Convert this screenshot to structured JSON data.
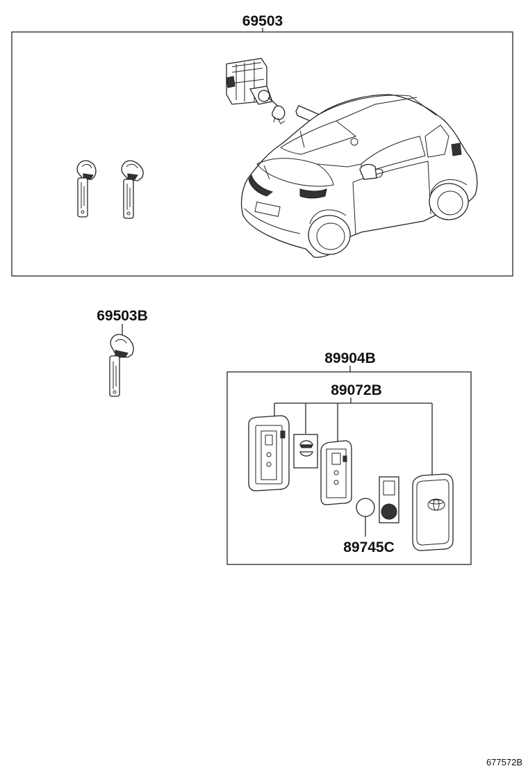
{
  "diagram": {
    "labels": {
      "key_set": "69503",
      "key_blank": "69503B",
      "transmitter_assy": "89904B",
      "transmitter_housing": "89072B",
      "battery": "89745C"
    },
    "reference_code": "677572B"
  }
}
